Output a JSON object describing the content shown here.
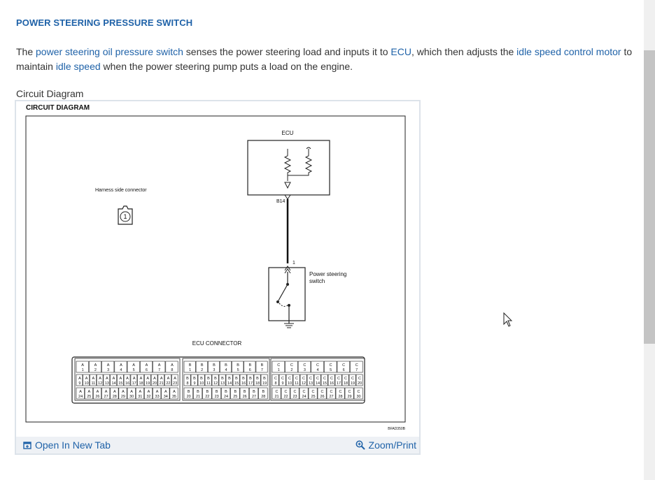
{
  "page": {
    "title": "POWER STEERING PRESSURE SWITCH",
    "description": {
      "t1": "The ",
      "l1": "power steering oil pressure switch",
      "t2": " senses the power steering load and inputs it to ",
      "l2": "ECU",
      "t3": ", which then adjusts the ",
      "l3": "idle speed control motor",
      "t4": " to maintain ",
      "l4": "idle speed",
      "t5": " when the power steering pump puts a load on the engine."
    },
    "diagram_caption": "Circuit Diagram"
  },
  "figure": {
    "header": "CIRCUIT DIAGRAM",
    "ecu_label": "ECU",
    "harness_label": "Harness side connector",
    "harness_pin": "1",
    "pin_b14": "B14",
    "pin_1": "1",
    "switch_label_line1": "Power steering",
    "switch_label_line2": "switch",
    "ecu_connector_label": "ECU CONNECTOR",
    "figure_code": "BFAD350B",
    "connectors": [
      {
        "letter": "A",
        "row1": [
          "1",
          "2",
          "3",
          "4",
          "5",
          "6",
          "7",
          "8"
        ],
        "row2": [
          "9",
          "10",
          "11",
          "12",
          "13",
          "14",
          "15",
          "16",
          "17",
          "18",
          "19",
          "20",
          "21",
          "22",
          "23"
        ],
        "row3": [
          "24",
          "25",
          "26",
          "27",
          "28",
          "29",
          "30",
          "31",
          "32",
          "33",
          "34",
          "35"
        ]
      },
      {
        "letter": "B",
        "row1": [
          "1",
          "2",
          "3",
          "4",
          "5",
          "6",
          "7"
        ],
        "row2": [
          "8",
          "9",
          "10",
          "11",
          "12",
          "13",
          "14",
          "15",
          "16",
          "17",
          "18",
          "19"
        ],
        "row3": [
          "20",
          "21",
          "22",
          "23",
          "24",
          "25",
          "26",
          "27",
          "28"
        ]
      },
      {
        "letter": "C",
        "row1": [
          "1",
          "2",
          "3",
          "4",
          "5",
          "6",
          "7"
        ],
        "row2": [
          "8",
          "9",
          "10",
          "11",
          "12",
          "13",
          "14",
          "15",
          "16",
          "17",
          "18",
          "19",
          "20"
        ],
        "row3": [
          "21",
          "22",
          "23",
          "24",
          "25",
          "26",
          "27",
          "28",
          "29",
          "30"
        ]
      }
    ]
  },
  "actions": {
    "open_tab": "Open In New Tab",
    "zoom": "Zoom/Print"
  },
  "icons": {
    "open_tab": "open-in-new-tab-icon",
    "zoom": "zoom-icon",
    "cursor": "mouse-pointer-icon"
  },
  "colors": {
    "link": "#1f62a8",
    "text": "#333333",
    "figure_bar": "#eef1f5"
  }
}
